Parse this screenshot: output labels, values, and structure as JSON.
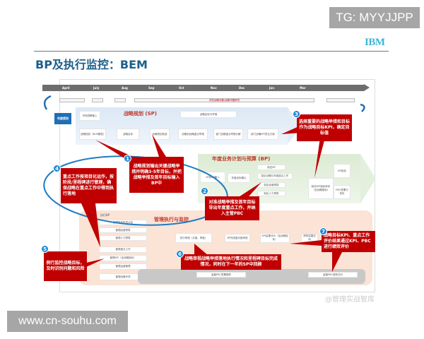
{
  "watermarks": {
    "tg": "TG: MYYJJPP",
    "site": "www.cn-souhu.com",
    "corner": "@管理实战智库"
  },
  "header": {
    "logo": "IBM",
    "title": "BP及执行监控：BEM"
  },
  "timeline": {
    "months": [
      "April",
      "July",
      "Aug",
      "Sep",
      "Oct",
      "Nov",
      "Dec",
      "Jan",
      "Mar"
    ],
    "row_label": "识别战略问题/战略专题研究"
  },
  "left_box": "年度规划",
  "sp": {
    "title": "战略规划 (SP)",
    "boxes": [
      "市场洞察输入",
      "战略规划（BLM模型）",
      "战略目标",
      "战略规划批准",
      "战略到战略重点举措",
      "部门战略重点举措分解",
      "部门战略KPI意见方案"
    ],
    "top_box": "战略目标与举措"
  },
  "bp": {
    "title": "年度业务计划与预算 (BP)",
    "boxes": [
      "SP到BP输入",
      "年度目标确认",
      "制定BP",
      "制定战略与年度重点工作",
      "制定经营预算",
      "制定人力预算",
      "制定KPI指标体系（含战略指标）",
      "BP批准",
      "PBC签署与发布"
    ]
  },
  "mg": {
    "title": "管理执行与监控",
    "header": "执行BP",
    "boxes": [
      "管理财务投资计划",
      "管理经营预算",
      "管理人力预算",
      "管理重点工作",
      "管理KPI（含战略指标）",
      "管理运营管理",
      "管理战略专项"
    ],
    "flow": [
      "执行审视（月度、季度）",
      "BP完成度月度审视",
      "KPI结果评价（含战略指标）",
      "绩效结果应用"
    ],
    "pbc": [
      "高管PBC签署辅导",
      "高管PBC绩效评价"
    ]
  },
  "callouts": [
    {
      "n": "1",
      "text": "战略规划输出关键战略举措并明确3-5年目标，并把战略举措及首年目标输入BP中"
    },
    {
      "n": "2",
      "text": "对准战略举措及首年目标导出年度重点工作，并纳入主管PBC"
    },
    {
      "n": "3",
      "text": "选择重要的战略举措和目标作为战略目标KPI，确定目标值"
    },
    {
      "n": "4",
      "text": "重点工作按项目化运作，按阶段/里程碑进行管理，确保战略在重点工作中得到执行落地"
    },
    {
      "n": "5",
      "text": "例行监控战略目标，及时识别问题和风险"
    },
    {
      "n": "6",
      "text": "战略审视战略举措落地执行情况和里程碑目标完成情况，同时在下一年的SP中回顾"
    },
    {
      "n": "7",
      "text": "战略目标KPI、重点工作评价结果通过KPI、PBC进行绩效评价"
    }
  ],
  "colors": {
    "callout": "#c00000",
    "badge": "#1f8ad6",
    "title": "#1d5f8a",
    "sp_band": "#dbe8f5",
    "bp_band": "#dcebd4",
    "mg_band": "#fbe3d6"
  }
}
